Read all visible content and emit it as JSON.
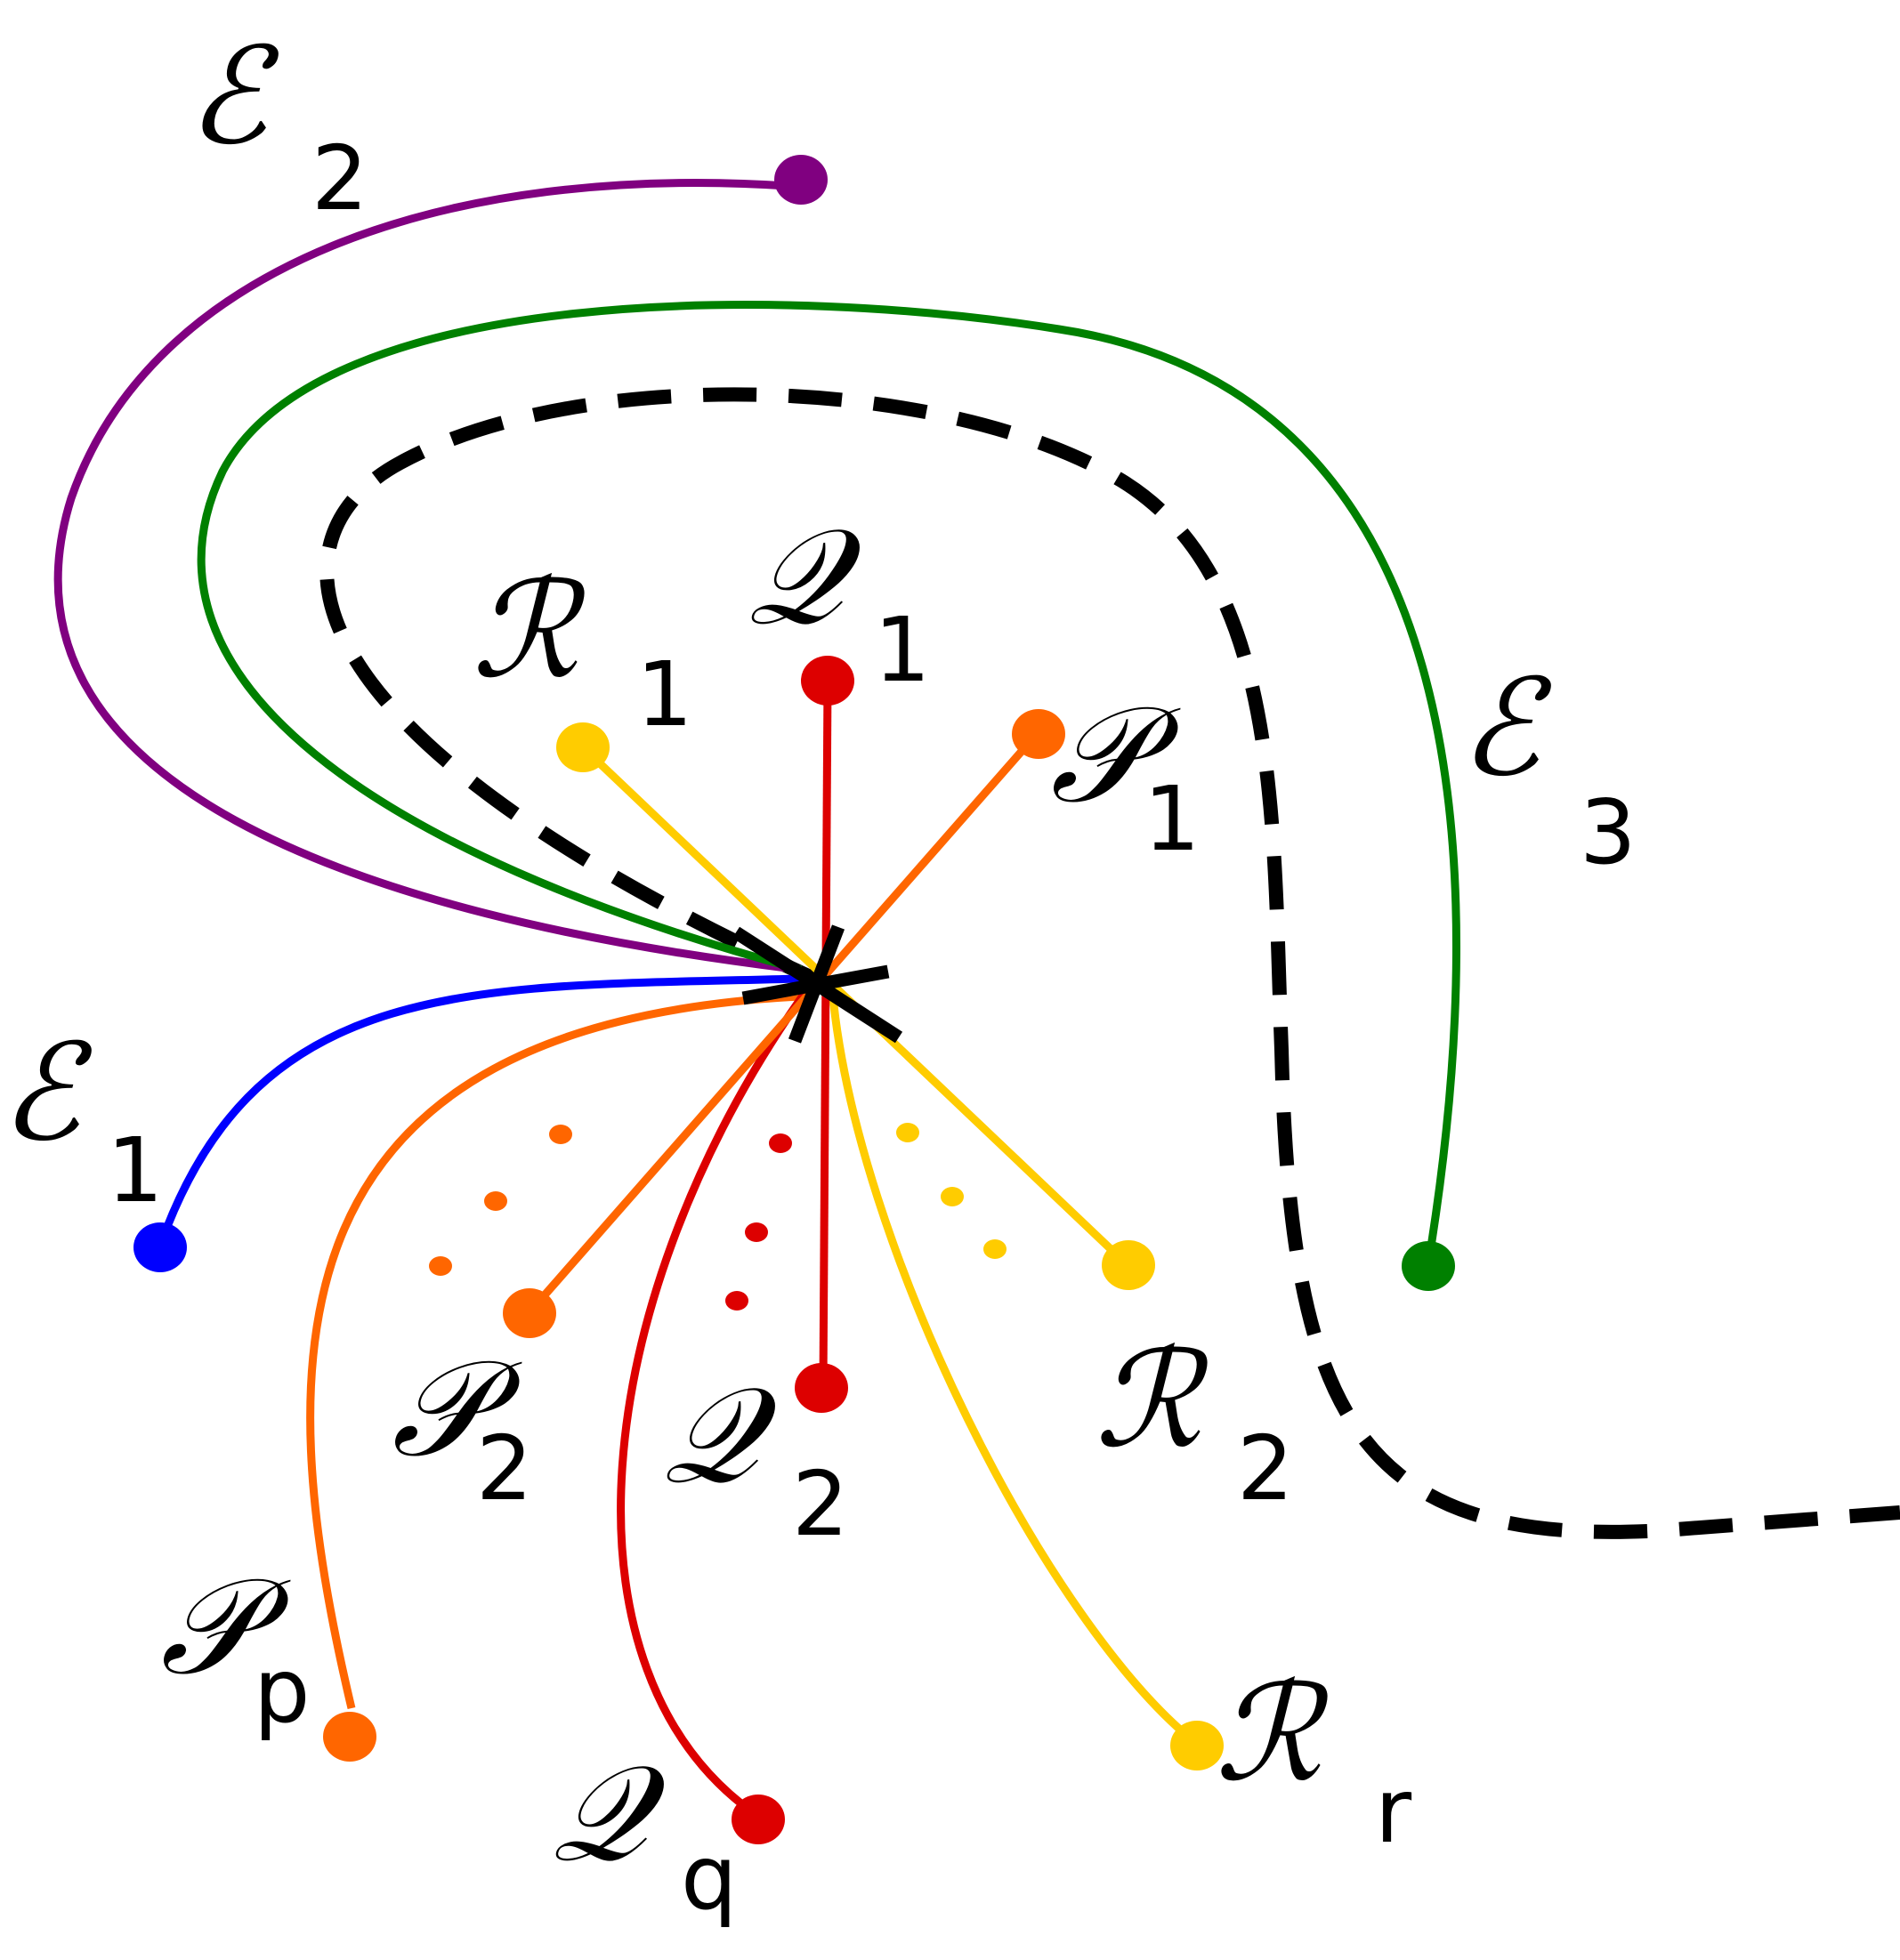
{
  "diagram": {
    "center_marker": "star",
    "dashed_curve_color": "#000000",
    "curves": [
      {
        "id": "E2",
        "color": "#800080"
      },
      {
        "id": "E3",
        "color": "#008000"
      },
      {
        "id": "E1",
        "color": "#0000ff"
      },
      {
        "id": "Pp",
        "color": "#ff6600"
      },
      {
        "id": "Qq",
        "color": "#dd0000"
      },
      {
        "id": "Rr",
        "color": "#ffcc00"
      }
    ],
    "rays": [
      {
        "id": "R1",
        "color": "#ffcc00"
      },
      {
        "id": "Q1",
        "color": "#dd0000"
      },
      {
        "id": "P1",
        "color": "#ff6600"
      },
      {
        "id": "R2",
        "color": "#ffcc00"
      },
      {
        "id": "Q2",
        "color": "#dd0000"
      },
      {
        "id": "P2",
        "color": "#ff6600"
      }
    ],
    "labels": {
      "E2": {
        "main": "ℰ",
        "sub": "2"
      },
      "E3": {
        "main": "ℰ",
        "sub": "3"
      },
      "E1": {
        "main": "ℰ",
        "sub": "1"
      },
      "R1": {
        "main": "ℛ",
        "sub": "1"
      },
      "Q1": {
        "main": "𝒬",
        "sub": "1"
      },
      "P1": {
        "main": "𝒫",
        "sub": "1"
      },
      "P2": {
        "main": "𝒫",
        "sub": "2"
      },
      "Q2": {
        "main": "𝒬",
        "sub": "2"
      },
      "R2": {
        "main": "ℛ",
        "sub": "2"
      },
      "Pp": {
        "main": "𝒫",
        "sub": "p"
      },
      "Qq": {
        "main": "𝒬",
        "sub": "q"
      },
      "Rr": {
        "main": "ℛ",
        "sub": "r"
      }
    }
  }
}
